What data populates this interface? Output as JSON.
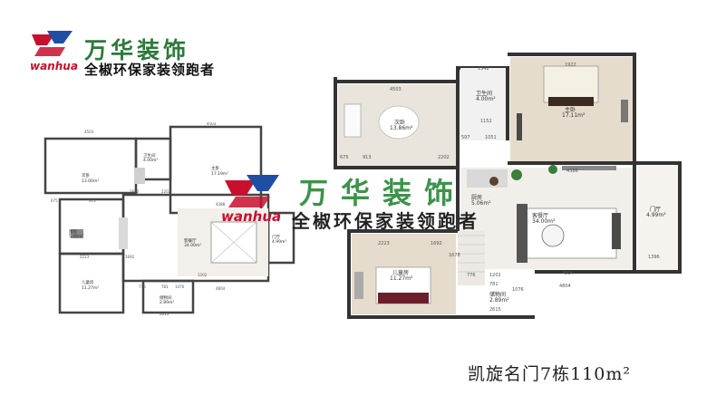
{
  "brand": {
    "name_cn": "万华装饰",
    "slogan": "全椒环保家装领跑者",
    "name_en": "wanhua",
    "accent_red": "#c8102e",
    "accent_green": "#2c7a3a"
  },
  "caption": "凯旋名门7栋110m²",
  "plan_left": {
    "rooms": [
      {
        "name": "次卧",
        "area": "13.00m²"
      },
      {
        "name": "卫生间",
        "area": "4.00m²"
      },
      {
        "name": "主卧",
        "area": "17.19m²"
      },
      {
        "name": "厨房",
        "area": "5.06m²"
      },
      {
        "name": "客餐厅",
        "area": "34.00m²"
      },
      {
        "name": "门厅",
        "area": "4.99m²"
      },
      {
        "name": "儿童房",
        "area": "11.27m²"
      },
      {
        "name": "储物间",
        "area": "2.89m²"
      }
    ],
    "dims": [
      "4503",
      "4503",
      "1682",
      "2202",
      "4388",
      "2223",
      "1692",
      "2615",
      "4804",
      "1202",
      "1076",
      "781",
      "776",
      "675",
      "913"
    ]
  },
  "plan_right": {
    "rooms": [
      {
        "name": "次卧",
        "area": "13.86m²"
      },
      {
        "name": "卫生间",
        "area": "4.00m²"
      },
      {
        "name": "主卧",
        "area": "17.11m²"
      },
      {
        "name": "厨房",
        "area": "5.06m²"
      },
      {
        "name": "客餐厅",
        "area": "34.00m²"
      },
      {
        "name": "门厅",
        "area": "4.99m²"
      },
      {
        "name": "儿童房",
        "area": "11.27m²"
      },
      {
        "name": "储物间",
        "area": "2.89m²"
      }
    ],
    "dims": [
      "4503",
      "1542",
      "1922",
      "1152",
      "2202",
      "4388",
      "2223",
      "1692",
      "1202",
      "4804",
      "4804",
      "1076",
      "2615",
      "781",
      "776",
      "675",
      "913",
      "597",
      "1051",
      "1678",
      "1396"
    ]
  }
}
